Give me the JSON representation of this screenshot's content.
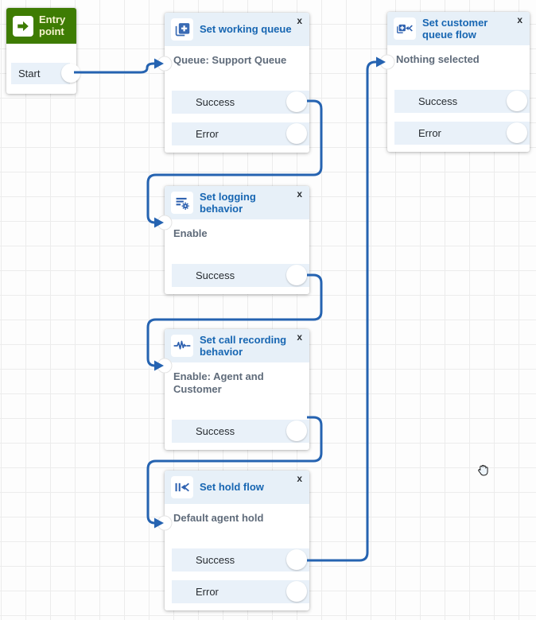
{
  "ui": {
    "close_label": "x"
  },
  "entry": {
    "title": "Entry point",
    "outputs": {
      "start": "Start"
    }
  },
  "working_queue": {
    "title": "Set working queue",
    "detail": "Queue: Support Queue",
    "outputs": {
      "success": "Success",
      "error": "Error"
    }
  },
  "logging": {
    "title": "Set logging behavior",
    "detail": "Enable",
    "outputs": {
      "success": "Success"
    }
  },
  "recording": {
    "title": "Set call recording behavior",
    "detail": "Enable: Agent and Customer",
    "outputs": {
      "success": "Success"
    }
  },
  "hold": {
    "title": "Set hold flow",
    "detail": "Default agent hold",
    "outputs": {
      "success": "Success",
      "error": "Error"
    }
  },
  "customer_queue": {
    "title": "Set customer queue flow",
    "detail": "Nothing selected",
    "outputs": {
      "success": "Success",
      "error": "Error"
    }
  },
  "colors": {
    "connector": "#2563b1",
    "header_bg": "#e7f0f8",
    "row_bg": "#e9f1f9",
    "header_text": "#1766b2",
    "entry_green": "#3e7c03",
    "icon_blue": "#2f62b0",
    "detail_text": "#5f6b7a"
  }
}
